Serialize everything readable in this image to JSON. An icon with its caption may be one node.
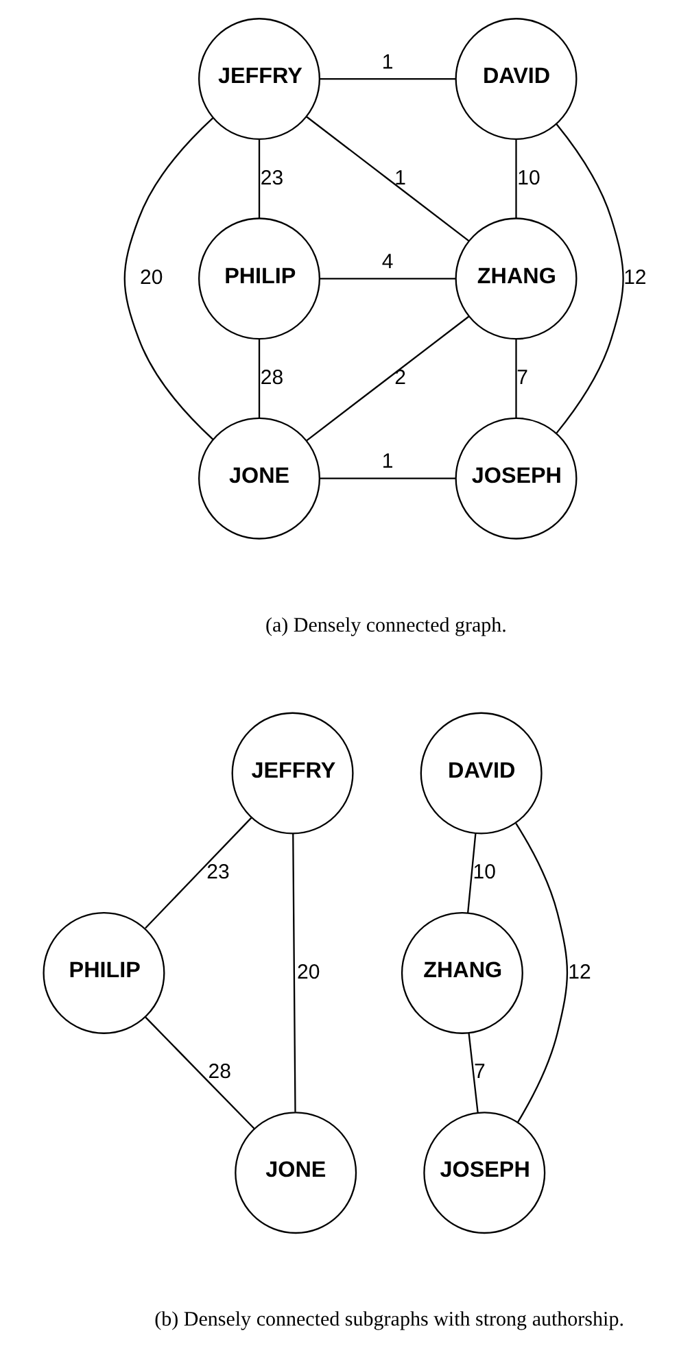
{
  "diagram": {
    "nodes": [
      {
        "text": [
          "JEFFRY"
        ]
      },
      {
        "text": [
          "DAVID"
        ]
      },
      {
        "text": [
          "PHILIP"
        ]
      },
      {
        "text": [
          "ZHANG"
        ]
      },
      {
        "text": [
          "JONE"
        ]
      },
      {
        "text": [
          "JOSEPH"
        ]
      },
      {
        "text": [
          "JEFFRY"
        ]
      },
      {
        "text": [
          "DAVID"
        ]
      },
      {
        "text": [
          "PHILIP"
        ]
      },
      {
        "text": [
          "ZHANG"
        ]
      },
      {
        "text": [
          "JONE"
        ]
      },
      {
        "text": [
          "JOSEPH"
        ]
      }
    ],
    "edges": [
      {
        "from": 0,
        "to": 1,
        "arrow": "none",
        "label": "1"
      },
      {
        "from": 0,
        "to": 2,
        "arrow": "none",
        "label": "23"
      },
      {
        "from": 0,
        "to": 3,
        "arrow": "none",
        "label": "1"
      },
      {
        "from": 0,
        "to": 4,
        "arrow": "none",
        "label": "20"
      },
      {
        "from": 1,
        "to": 3,
        "arrow": "none",
        "label": "10"
      },
      {
        "from": 1,
        "to": 5,
        "arrow": "none",
        "label": "12"
      },
      {
        "from": 2,
        "to": 3,
        "arrow": "none",
        "label": "4"
      },
      {
        "from": 2,
        "to": 4,
        "arrow": "none",
        "label": "28"
      },
      {
        "from": 3,
        "to": 4,
        "arrow": "none",
        "label": "2"
      },
      {
        "from": 3,
        "to": 5,
        "arrow": "none",
        "label": "7"
      },
      {
        "from": 4,
        "to": 5,
        "arrow": "none",
        "label": "1"
      },
      {
        "from": 6,
        "to": 8,
        "arrow": "none",
        "label": "23"
      },
      {
        "from": 6,
        "to": 10,
        "arrow": "none",
        "label": "20"
      },
      {
        "from": 8,
        "to": 10,
        "arrow": "none",
        "label": "28"
      },
      {
        "from": 7,
        "to": 9,
        "arrow": "none",
        "label": "10"
      },
      {
        "from": 7,
        "to": 11,
        "arrow": "none",
        "label": "12"
      },
      {
        "from": 9,
        "to": 11,
        "arrow": "none",
        "label": "7"
      }
    ],
    "labels": [
      "(a) Densely connected graph.",
      "(b) Densely connected subgraphs with strong authorship."
    ]
  }
}
